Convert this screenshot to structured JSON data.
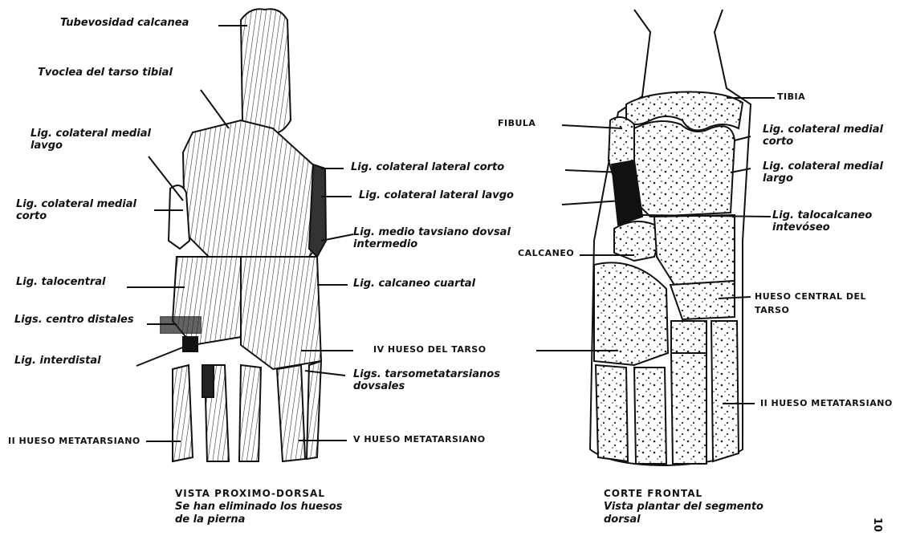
{
  "left_view": {
    "labels": {
      "tuberosidad": "Tubevosidad calcanea",
      "troclea": "Tvoclea del tarso tibial",
      "lig_col_med_largo": [
        "Lig. colateral medial",
        "lavgo"
      ],
      "lig_col_med_corto": [
        "Lig. colateral medial",
        "corto"
      ],
      "lig_talocentral": "Lig. talocentral",
      "ligs_centro_distales": "Ligs. centro distales",
      "lig_interdistal": "Lig. interdistal",
      "ii_hueso_metatarsiano": "II HUESO METATARSIANO",
      "lig_col_lat_corto": "Lig. colateral lateral corto",
      "lig_col_lat_largo": "Lig. colateral lateral lavgo",
      "lig_medio_tarsiano": [
        "Lig. medio tavsiano dovsal",
        "intermedio"
      ],
      "lig_calcaneo_cuartal": "Lig. calcaneo cuartal",
      "iv_hueso_tarso": "IV HUESO DEL TARSO",
      "ligs_tarsometatarsianos": [
        "Ligs. tarsometatarsianos",
        "dovsales"
      ],
      "v_hueso_metatarsiano": "V HUESO METATARSIANO"
    },
    "caption": {
      "title": "VISTA PROXIMO-DORSAL",
      "lines": [
        "Se han eliminado los huesos",
        "de la pierna"
      ]
    }
  },
  "right_view": {
    "labels": {
      "tibia": "TIBIA",
      "fibula": "FIBULA",
      "lig_col_med_corto": [
        "Lig. colateral medial",
        "corto"
      ],
      "lig_col_med_largo": [
        "Lig. colateral medial",
        "largo"
      ],
      "lig_talocalcaneo": [
        "Lig. talocalcaneo",
        "intevóseo"
      ],
      "calcaneo": "CALCANEO",
      "hueso_central": [
        "HUESO CENTRAL DEL",
        "TARSO"
      ],
      "ii_hueso_metatarsiano": "II HUESO METATARSIANO"
    },
    "caption": {
      "title": "CORTE FRONTAL",
      "lines": [
        "Vista plantar del segmento",
        "dorsal"
      ]
    }
  },
  "page_number": "10"
}
